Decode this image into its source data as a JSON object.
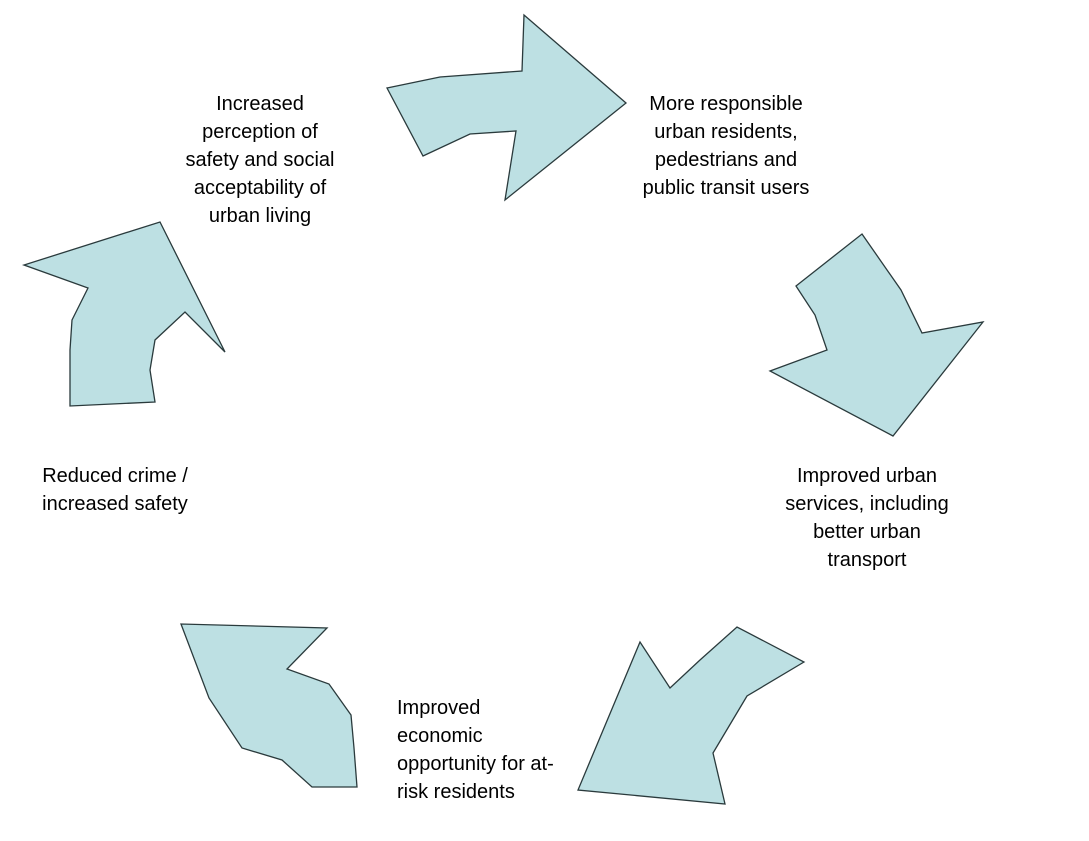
{
  "colors": {
    "arrow_fill": "#bde0e3",
    "arrow_stroke": "#2a3a3c",
    "text": "#000000",
    "background": "#ffffff"
  },
  "nodes": [
    {
      "id": "top-left",
      "text": "Increased\nperception of\nsafety and social\nacceptability of\nurban living"
    },
    {
      "id": "top-right",
      "text": "More responsible\nurban residents,\npedestrians and\npublic transit users"
    },
    {
      "id": "right",
      "text": "Improved urban\nservices, including\nbetter urban\ntransport"
    },
    {
      "id": "bottom",
      "text": "Improved\neconomic\nopportunity for at-\nrisk residents"
    },
    {
      "id": "left",
      "text": "Reduced crime /\nincreased safety"
    }
  ],
  "arrows": [
    {
      "from": "top-left",
      "to": "top-right"
    },
    {
      "from": "top-right",
      "to": "right"
    },
    {
      "from": "right",
      "to": "bottom"
    },
    {
      "from": "bottom",
      "to": "left"
    },
    {
      "from": "left",
      "to": "top-left"
    }
  ]
}
